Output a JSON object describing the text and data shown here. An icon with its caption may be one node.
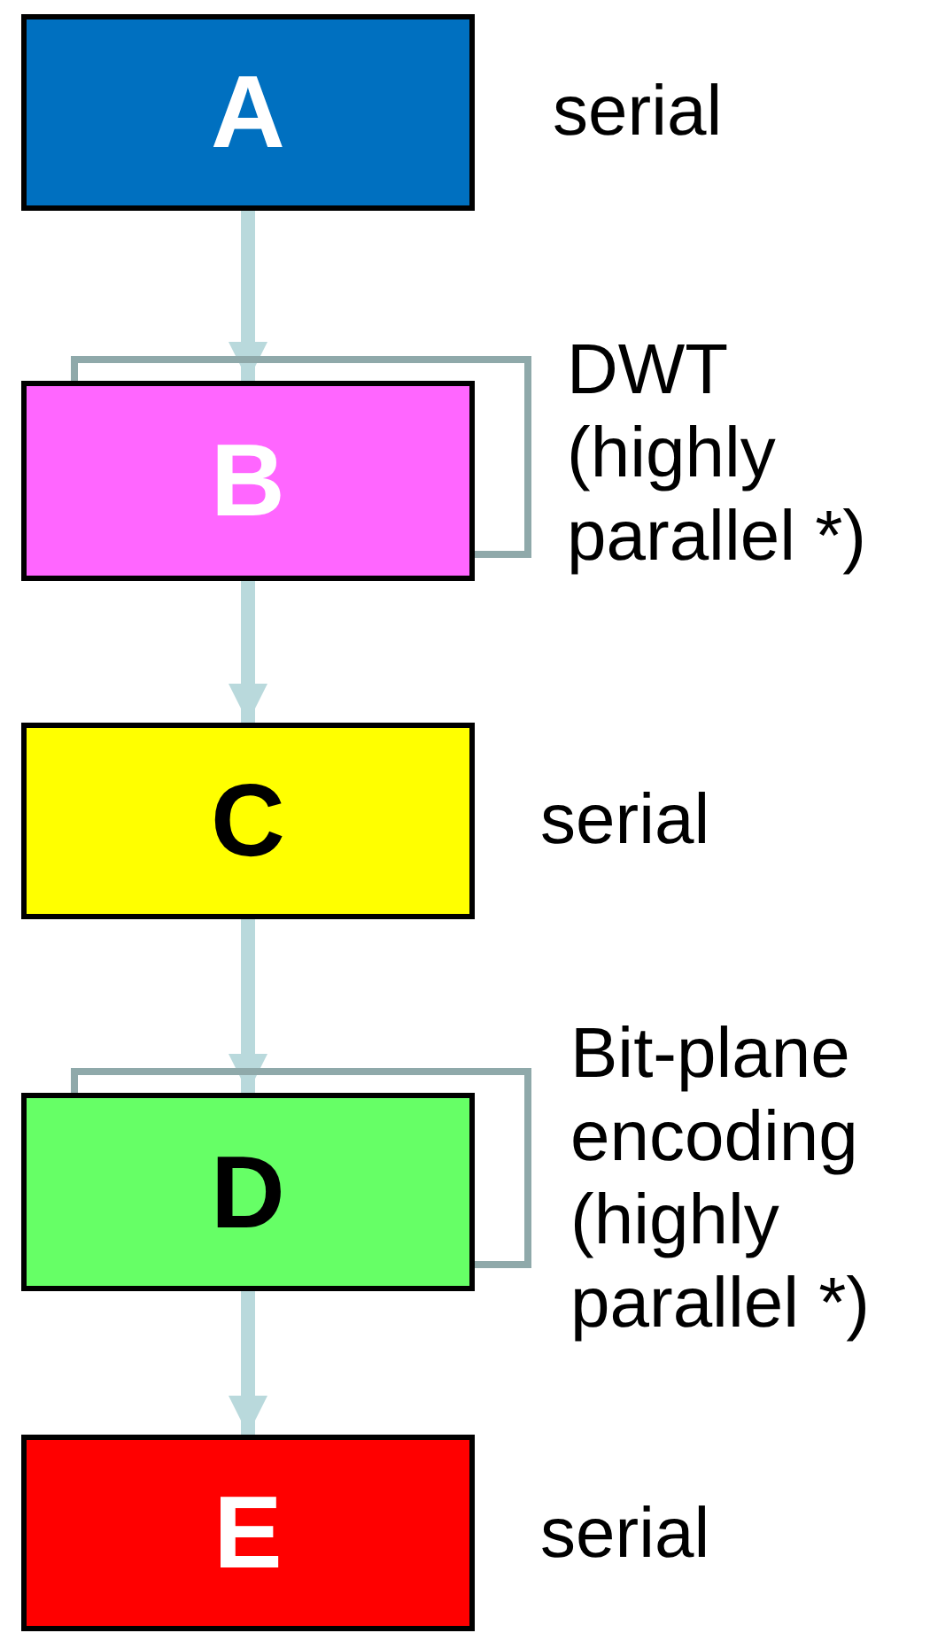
{
  "diagram": {
    "nodes": [
      {
        "text": [
          "A"
        ],
        "beside": [
          "serial"
        ]
      },
      {
        "text": [
          "B"
        ],
        "beside": [
          "DWT (highly parallel *)"
        ]
      },
      {
        "text": [
          "C"
        ],
        "beside": [
          "serial"
        ]
      },
      {
        "text": [
          "D"
        ],
        "beside": [
          "Bit-plane encoding (highly parallel *)"
        ]
      },
      {
        "text": [
          "E"
        ],
        "beside": [
          "serial"
        ]
      }
    ],
    "edges": [
      {
        "from": 0,
        "to": 1,
        "arrow": "to"
      },
      {
        "from": 1,
        "to": 1,
        "arrow": "none",
        "color": "#8fa9aa"
      },
      {
        "from": 1,
        "to": 2,
        "arrow": "to"
      },
      {
        "from": 2,
        "to": 3,
        "arrow": "to"
      },
      {
        "from": 3,
        "to": 3,
        "arrow": "none",
        "color": "#8fa9aa"
      },
      {
        "from": 3,
        "to": 4,
        "arrow": "to"
      }
    ]
  }
}
